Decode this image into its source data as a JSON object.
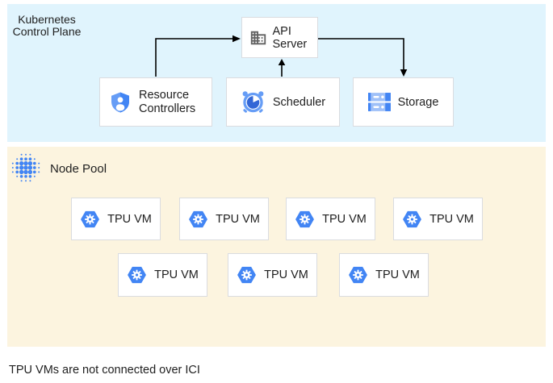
{
  "diagram": {
    "control_plane": {
      "title": "Kubernetes Control Plane",
      "api_server": {
        "label": "API Server"
      },
      "resource_controllers": {
        "label": "Resource Controllers"
      },
      "scheduler": {
        "label": "Scheduler"
      },
      "storage": {
        "label": "Storage"
      }
    },
    "node_pool": {
      "label": "Node Pool",
      "vms": [
        {
          "label": "TPU VM"
        },
        {
          "label": "TPU VM"
        },
        {
          "label": "TPU VM"
        },
        {
          "label": "TPU VM"
        },
        {
          "label": "TPU VM"
        },
        {
          "label": "TPU VM"
        },
        {
          "label": "TPU VM"
        }
      ]
    },
    "footnote": "TPU VMs are not connected over ICI",
    "icons": {
      "api_server": "building-icon",
      "resource_controllers": "shield-user-icon",
      "scheduler": "alarm-clock-icon",
      "storage": "server-stack-icon",
      "node_pool": "dot-grid-icon",
      "tpu_vm": "hexagon-chip-icon"
    },
    "colors": {
      "control_plane_bg": "#E0F4FD",
      "node_pool_bg": "#FCF4DF",
      "node_border": "#DADCE0",
      "google_blue": "#4285F4",
      "light_blue": "#669DF6",
      "dark_blue": "#3367D6",
      "icon_gray": "#616161",
      "text": "#1F1F1F",
      "arrow": "#000000"
    }
  }
}
